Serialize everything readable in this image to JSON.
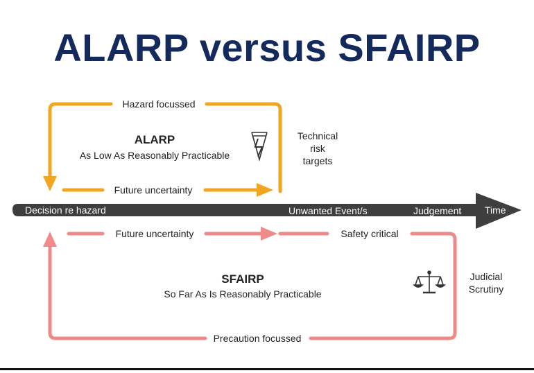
{
  "title": "ALARP versus SFAIRP",
  "colors": {
    "title": "#142a5c",
    "alarp_arrow": "#f0a623",
    "sfairp_arrow": "#ef8a8a",
    "timeline": "#3e3e3e",
    "timeline_text": "#ffffff"
  },
  "alarp": {
    "top_label": "Hazard focussed",
    "heading": "ALARP",
    "subheading": "As Low As Reasonably Practicable",
    "bottom_label": "Future uncertainty",
    "side_label": [
      "Technical",
      "risk",
      "targets"
    ],
    "icon": "lightning-hazard-icon"
  },
  "timeline": {
    "start_label": "Decision re hazard",
    "middle_label": "Unwanted Event/s",
    "judgement_label": "Judgement",
    "end_label": "Time"
  },
  "sfairp": {
    "top_left_label": "Future uncertainty",
    "top_right_label": "Safety critical",
    "heading": "SFAIRP",
    "subheading": "So Far As Is Reasonably Practicable",
    "bottom_label": "Precaution focussed",
    "side_label": [
      "Judicial",
      "Scrutiny"
    ],
    "icon": "scales-of-justice-icon"
  }
}
